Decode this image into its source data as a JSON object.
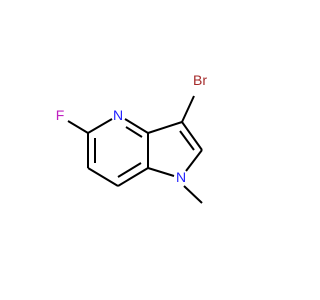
{
  "molecule": {
    "atoms": {
      "br": {
        "label": "Br",
        "color": "#a52a2a"
      },
      "f": {
        "label": "F",
        "color": "#c020c0"
      },
      "n_pyridine": {
        "label": "N",
        "color": "#2020ff"
      },
      "n_pyrrole": {
        "label": "N",
        "color": "#2020ff"
      }
    },
    "bond_color": "#000000"
  }
}
